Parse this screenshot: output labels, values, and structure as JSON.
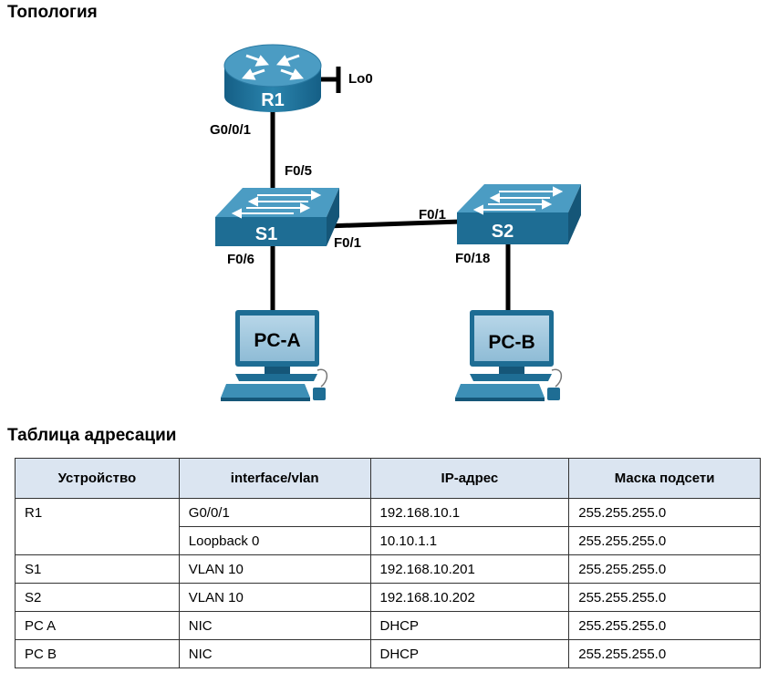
{
  "topology_heading": "Топология",
  "table_heading": "Таблица адресации",
  "diagram": {
    "devices": {
      "r1": "R1",
      "s1": "S1",
      "s2": "S2",
      "pca": "PC-A",
      "pcb": "PC-B"
    },
    "interfaces": {
      "lo0": "Lo0",
      "r1_g001": "G0/0/1",
      "s1_f05": "F0/5",
      "s1_f01": "F0/1",
      "s1_f06": "F0/6",
      "s2_f01": "F0/1",
      "s2_f018": "F0/18"
    },
    "colors": {
      "device_top": "#3d8fb6",
      "device_side": "#1e6d94",
      "link": "#000000"
    }
  },
  "table": {
    "headers": [
      "Устройство",
      "interface/vlan",
      "IP-адрес",
      "Маска подсети"
    ],
    "rows": [
      [
        "R1",
        "G0/0/1",
        "192.168.10.1",
        "255.255.255.0"
      ],
      [
        "",
        "Loopback 0",
        "10.10.1.1",
        "255.255.255.0"
      ],
      [
        "S1",
        "VLAN 10",
        "192.168.10.201",
        "255.255.255.0"
      ],
      [
        "S2",
        "VLAN 10",
        "192.168.10.202",
        "255.255.255.0"
      ],
      [
        "PC A",
        "NIC",
        "DHCP",
        "255.255.255.0"
      ],
      [
        "PC B",
        "NIC",
        "DHCP",
        "255.255.255.0"
      ]
    ],
    "header_color": "#dbe5f1"
  }
}
